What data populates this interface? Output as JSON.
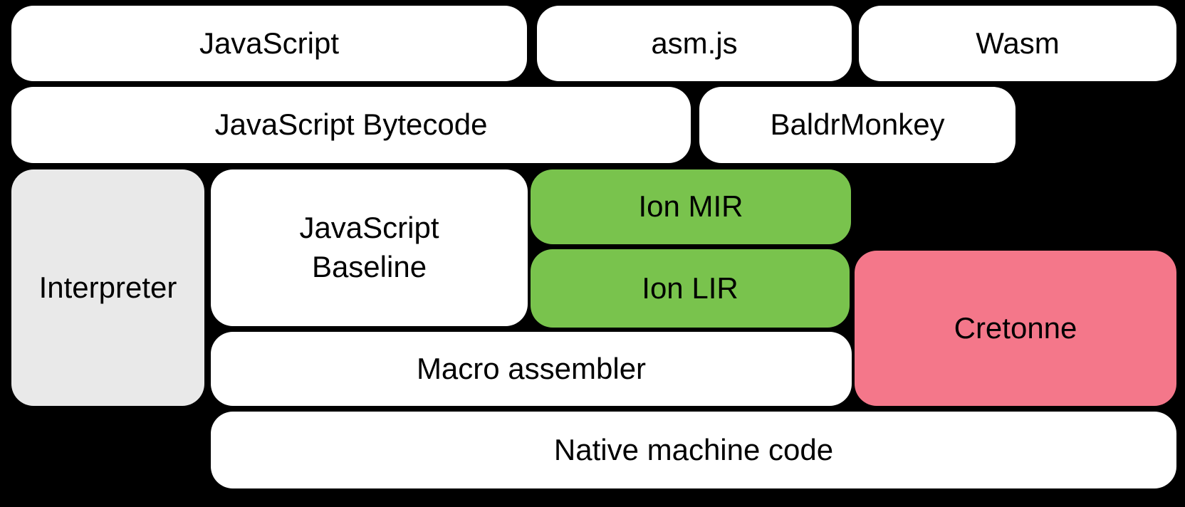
{
  "palette": {
    "background": "#000000",
    "box_white": "#ffffff",
    "box_gray": "#e9e9e9",
    "box_green": "#79c34d",
    "box_pink": "#f4778a",
    "text": "#000000"
  },
  "diagram": {
    "boxes": [
      {
        "id": "javascript",
        "label": "JavaScript",
        "fill": "box_white"
      },
      {
        "id": "asmjs",
        "label": "asm.js",
        "fill": "box_white"
      },
      {
        "id": "wasm",
        "label": "Wasm",
        "fill": "box_white"
      },
      {
        "id": "javascript-bytecode",
        "label": "JavaScript Bytecode",
        "fill": "box_white"
      },
      {
        "id": "baldrmonkey",
        "label": "BaldrMonkey",
        "fill": "box_white"
      },
      {
        "id": "interpreter",
        "label": "Interpreter",
        "fill": "box_gray"
      },
      {
        "id": "javascript-baseline",
        "label": "JavaScript Baseline",
        "fill": "box_white"
      },
      {
        "id": "ion-mir",
        "label": "Ion MIR",
        "fill": "box_green"
      },
      {
        "id": "ion-lir",
        "label": "Ion LIR",
        "fill": "box_green"
      },
      {
        "id": "cretonne",
        "label": "Cretonne",
        "fill": "box_pink"
      },
      {
        "id": "macro-assembler",
        "label": "Macro assembler",
        "fill": "box_white"
      },
      {
        "id": "native-machine-code",
        "label": "Native machine code",
        "fill": "box_white"
      }
    ]
  }
}
